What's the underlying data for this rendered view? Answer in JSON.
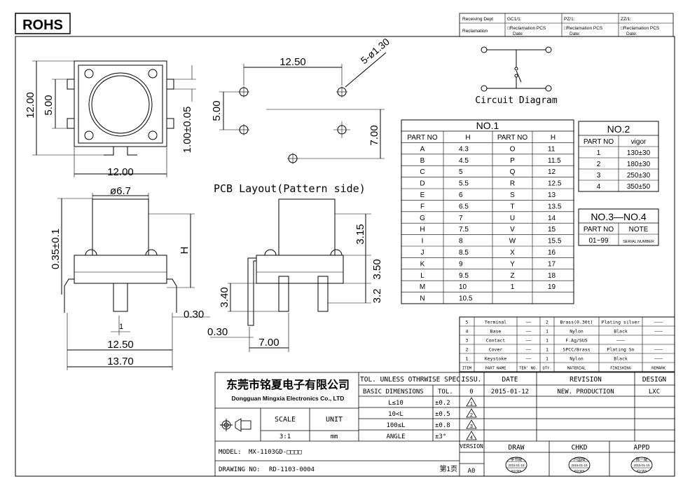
{
  "rohs": "ROHS",
  "receiving": {
    "dept_label": "Receiving Dept",
    "reclamation_label": "Reclamation",
    "cols": [
      {
        "code": "GC1/1:",
        "pcs": "□Reclamation PCS",
        "date": "Date:"
      },
      {
        "code": "PZ/1:",
        "pcs": "□Reclamation PCS",
        "date": "Date:"
      },
      {
        "code": "ZZ/1:",
        "pcs": "□Reclamation PCS",
        "date": "Date:"
      }
    ]
  },
  "circuit": {
    "caption": "Circuit Diagram"
  },
  "dims": {
    "top_h": "12.00",
    "top_inner": "5.00",
    "top_lead": "1.00±0.05",
    "top_w": "12.00",
    "pcb_pitch_x": "12.50",
    "pcb_holes": "5-ø1.30",
    "pcb_left": "5.00",
    "pcb_right": "7.00",
    "pcb_caption": "PCB Layout(Pattern side)",
    "side_phi": "ø6.7",
    "side_stand": "0.35±0.1",
    "side_h": "H",
    "side_lead": "0.30",
    "side_one": "1",
    "side_w1": "12.50",
    "side_w2": "13.70",
    "r_315": "3.15",
    "r_350": "3.50",
    "r_340": "3.40",
    "r_32": "3.2",
    "r_030": "0.30",
    "r_700": "7.00"
  },
  "no1": {
    "title": "NO.1",
    "headers": [
      "PART NO",
      "H",
      "PART NO",
      "H"
    ],
    "rows": [
      [
        "A",
        "4.3",
        "O",
        "11"
      ],
      [
        "B",
        "4.5",
        "P",
        "11.5"
      ],
      [
        "C",
        "5",
        "Q",
        "12"
      ],
      [
        "D",
        "5.5",
        "R",
        "12.5"
      ],
      [
        "E",
        "6",
        "S",
        "13"
      ],
      [
        "F",
        "6.5",
        "T",
        "13.5"
      ],
      [
        "G",
        "7",
        "U",
        "14"
      ],
      [
        "H",
        "7.5",
        "V",
        "15"
      ],
      [
        "I",
        "8",
        "W",
        "15.5"
      ],
      [
        "J",
        "8.5",
        "X",
        "16"
      ],
      [
        "K",
        "9",
        "Y",
        "17"
      ],
      [
        "L",
        "9.5",
        "Z",
        "18"
      ],
      [
        "M",
        "10",
        "1",
        "19"
      ],
      [
        "N",
        "10.5",
        "",
        ""
      ]
    ]
  },
  "no2": {
    "title": "NO.2",
    "headers": [
      "PART NO",
      "vigor"
    ],
    "rows": [
      [
        "1",
        "130±30"
      ],
      [
        "2",
        "180±30"
      ],
      [
        "3",
        "250±30"
      ],
      [
        "4",
        "350±50"
      ]
    ]
  },
  "no3": {
    "title": "NO.3—NO.4",
    "headers": [
      "PART NO",
      "NOTE"
    ],
    "rows": [
      [
        "01~99",
        "SERIAL NUMBER"
      ]
    ]
  },
  "bom": {
    "rows": [
      [
        "5",
        "Terminal",
        "——",
        "2",
        "Brass(0.30t)",
        "Plating silver",
        "———"
      ],
      [
        "4",
        "Base",
        "——",
        "1",
        "Nylon",
        "Black",
        "———"
      ],
      [
        "3",
        "Contact",
        "——",
        "1",
        "F.Ag/SUS",
        "———",
        ""
      ],
      [
        "2",
        "Cover",
        "——",
        "1",
        "SPCC/Brass",
        "Plating Sn",
        "———"
      ],
      [
        "1",
        "Keystoke",
        "——",
        "1",
        "Nylon",
        "Black",
        "———"
      ]
    ],
    "headers": [
      "ITEM",
      "PART NAME",
      "TER' NO.",
      "QTY.",
      "MATERIAL",
      "FINISHING",
      "REMARK"
    ]
  },
  "title_block": {
    "company_cn": "东莞市铭夏电子有限公司",
    "company_en": "Dongguan Mingxia Electronics Co., LTD",
    "tol_header": "TOL. UNLESS OTHRWISE SPEC.",
    "basic_dim": "BASIC DIMENSIONS",
    "tol": "TOL.",
    "tol_rows": [
      [
        "L≤10",
        "±0.2"
      ],
      [
        "10<L",
        "±0.5"
      ],
      [
        "100≤L",
        "±0.8"
      ],
      [
        "ANGLE",
        "±3°"
      ]
    ],
    "scale_label": "SCALE",
    "unit_label": "UNIT",
    "scale": "3:1",
    "unit": "mm",
    "model_label": "MODEL:",
    "model": "MX-1103GD-□□□□",
    "drawing_label": "DRAWING NO:",
    "drawing": "RD-1103-0004",
    "page": "第1页",
    "issu": "ISSU.",
    "date_label": "DATE",
    "revision_label": "REVISION",
    "design_label": "DESIGN",
    "issu_val": "0",
    "date": "2015-01-12",
    "revision": "NEW. PRODUCTION",
    "design": "LXC",
    "revs": [
      "1",
      "2",
      "3",
      "4"
    ],
    "version_label": "VERSION",
    "version": "A0",
    "draw": "DRAW",
    "chkd": "CHKD",
    "appd": "APPD",
    "stamps": [
      {
        "top": "李书晓",
        "mid": "2015-01-15",
        "bot": "XQ-WX"
      },
      {
        "top": "卢国陆",
        "mid": "2015-01-15",
        "bot": "XQ-WX"
      },
      {
        "top": "陈一晓",
        "mid": "2015-01-15",
        "bot": "XQ-WX"
      }
    ]
  }
}
